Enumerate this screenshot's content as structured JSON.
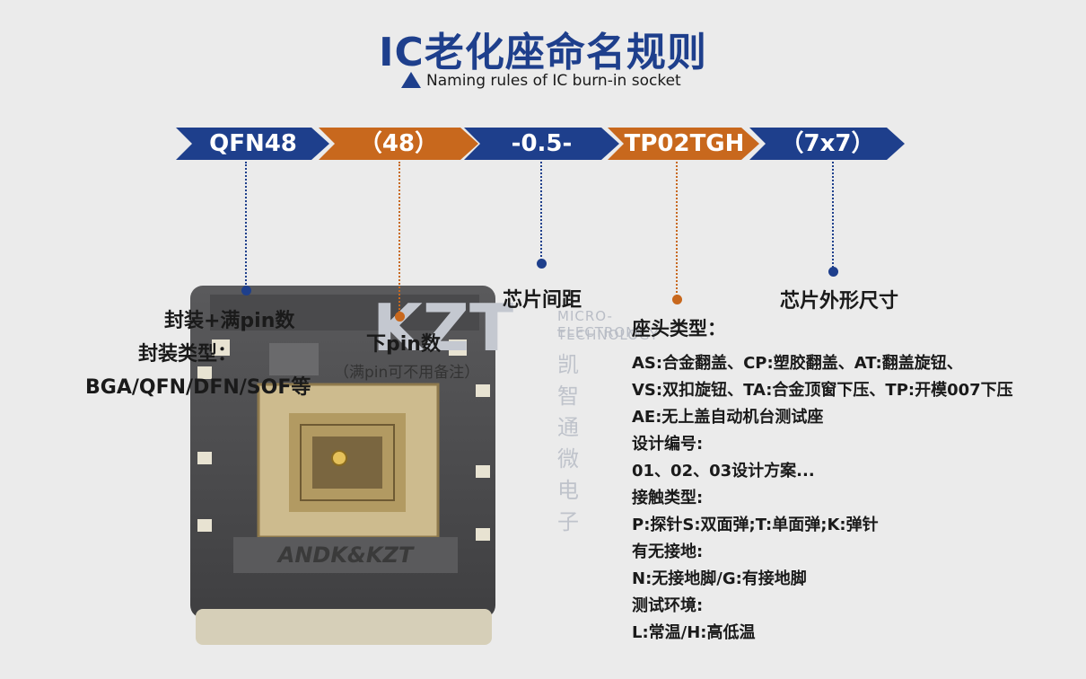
{
  "title": "IC老化座命名规则",
  "subtitle": "Naming rules of IC burn-in socket",
  "colors": {
    "navy": "#1e3f8c",
    "orange": "#c8681d",
    "background": "#ebebeb"
  },
  "segments": [
    {
      "text": "QFN48",
      "color": "navy"
    },
    {
      "text": "（48）",
      "color": "orange"
    },
    {
      "text": "-0.5-",
      "color": "navy"
    },
    {
      "text": "TP02TGH",
      "color": "orange"
    },
    {
      "text": "（7x7）",
      "color": "navy"
    }
  ],
  "annotations": {
    "package": {
      "line1": "封装+满pin数",
      "line2": "封装类型：",
      "line3": "BGA/QFN/DFN/SOF等"
    },
    "pin": {
      "line1": "下pin数",
      "line2": "（满pin可不用备注）"
    },
    "pitch": {
      "line1": "芯片间距"
    },
    "size": {
      "line1": "芯片外形尺寸"
    }
  },
  "socket_head": {
    "heading": "座头类型：",
    "lines": [
      "AS:合金翻盖、CP:塑胶翻盖、AT:翻盖旋钮、",
      "VS:双扣旋钮、TA:合金顶窗下压、TP:开模007下压",
      "AE:无上盖自动机台测试座",
      "设计编号:",
      "01、02、03设计方案...",
      "接触类型:",
      "P:探针S:双面弹;T:单面弹;K:弹针",
      "有无接地:",
      "N:无接地脚/G:有接地脚",
      "测试环境:",
      "L:常温/H:高低温"
    ]
  },
  "watermark": {
    "en_line1": "MICRO-ELECTRONIC",
    "en_line2": "TECHNOLOGY",
    "cn": "凯智通微电子"
  },
  "photo": {
    "icon": "ic-socket-photo",
    "engraving": "ANDK&KZT"
  }
}
